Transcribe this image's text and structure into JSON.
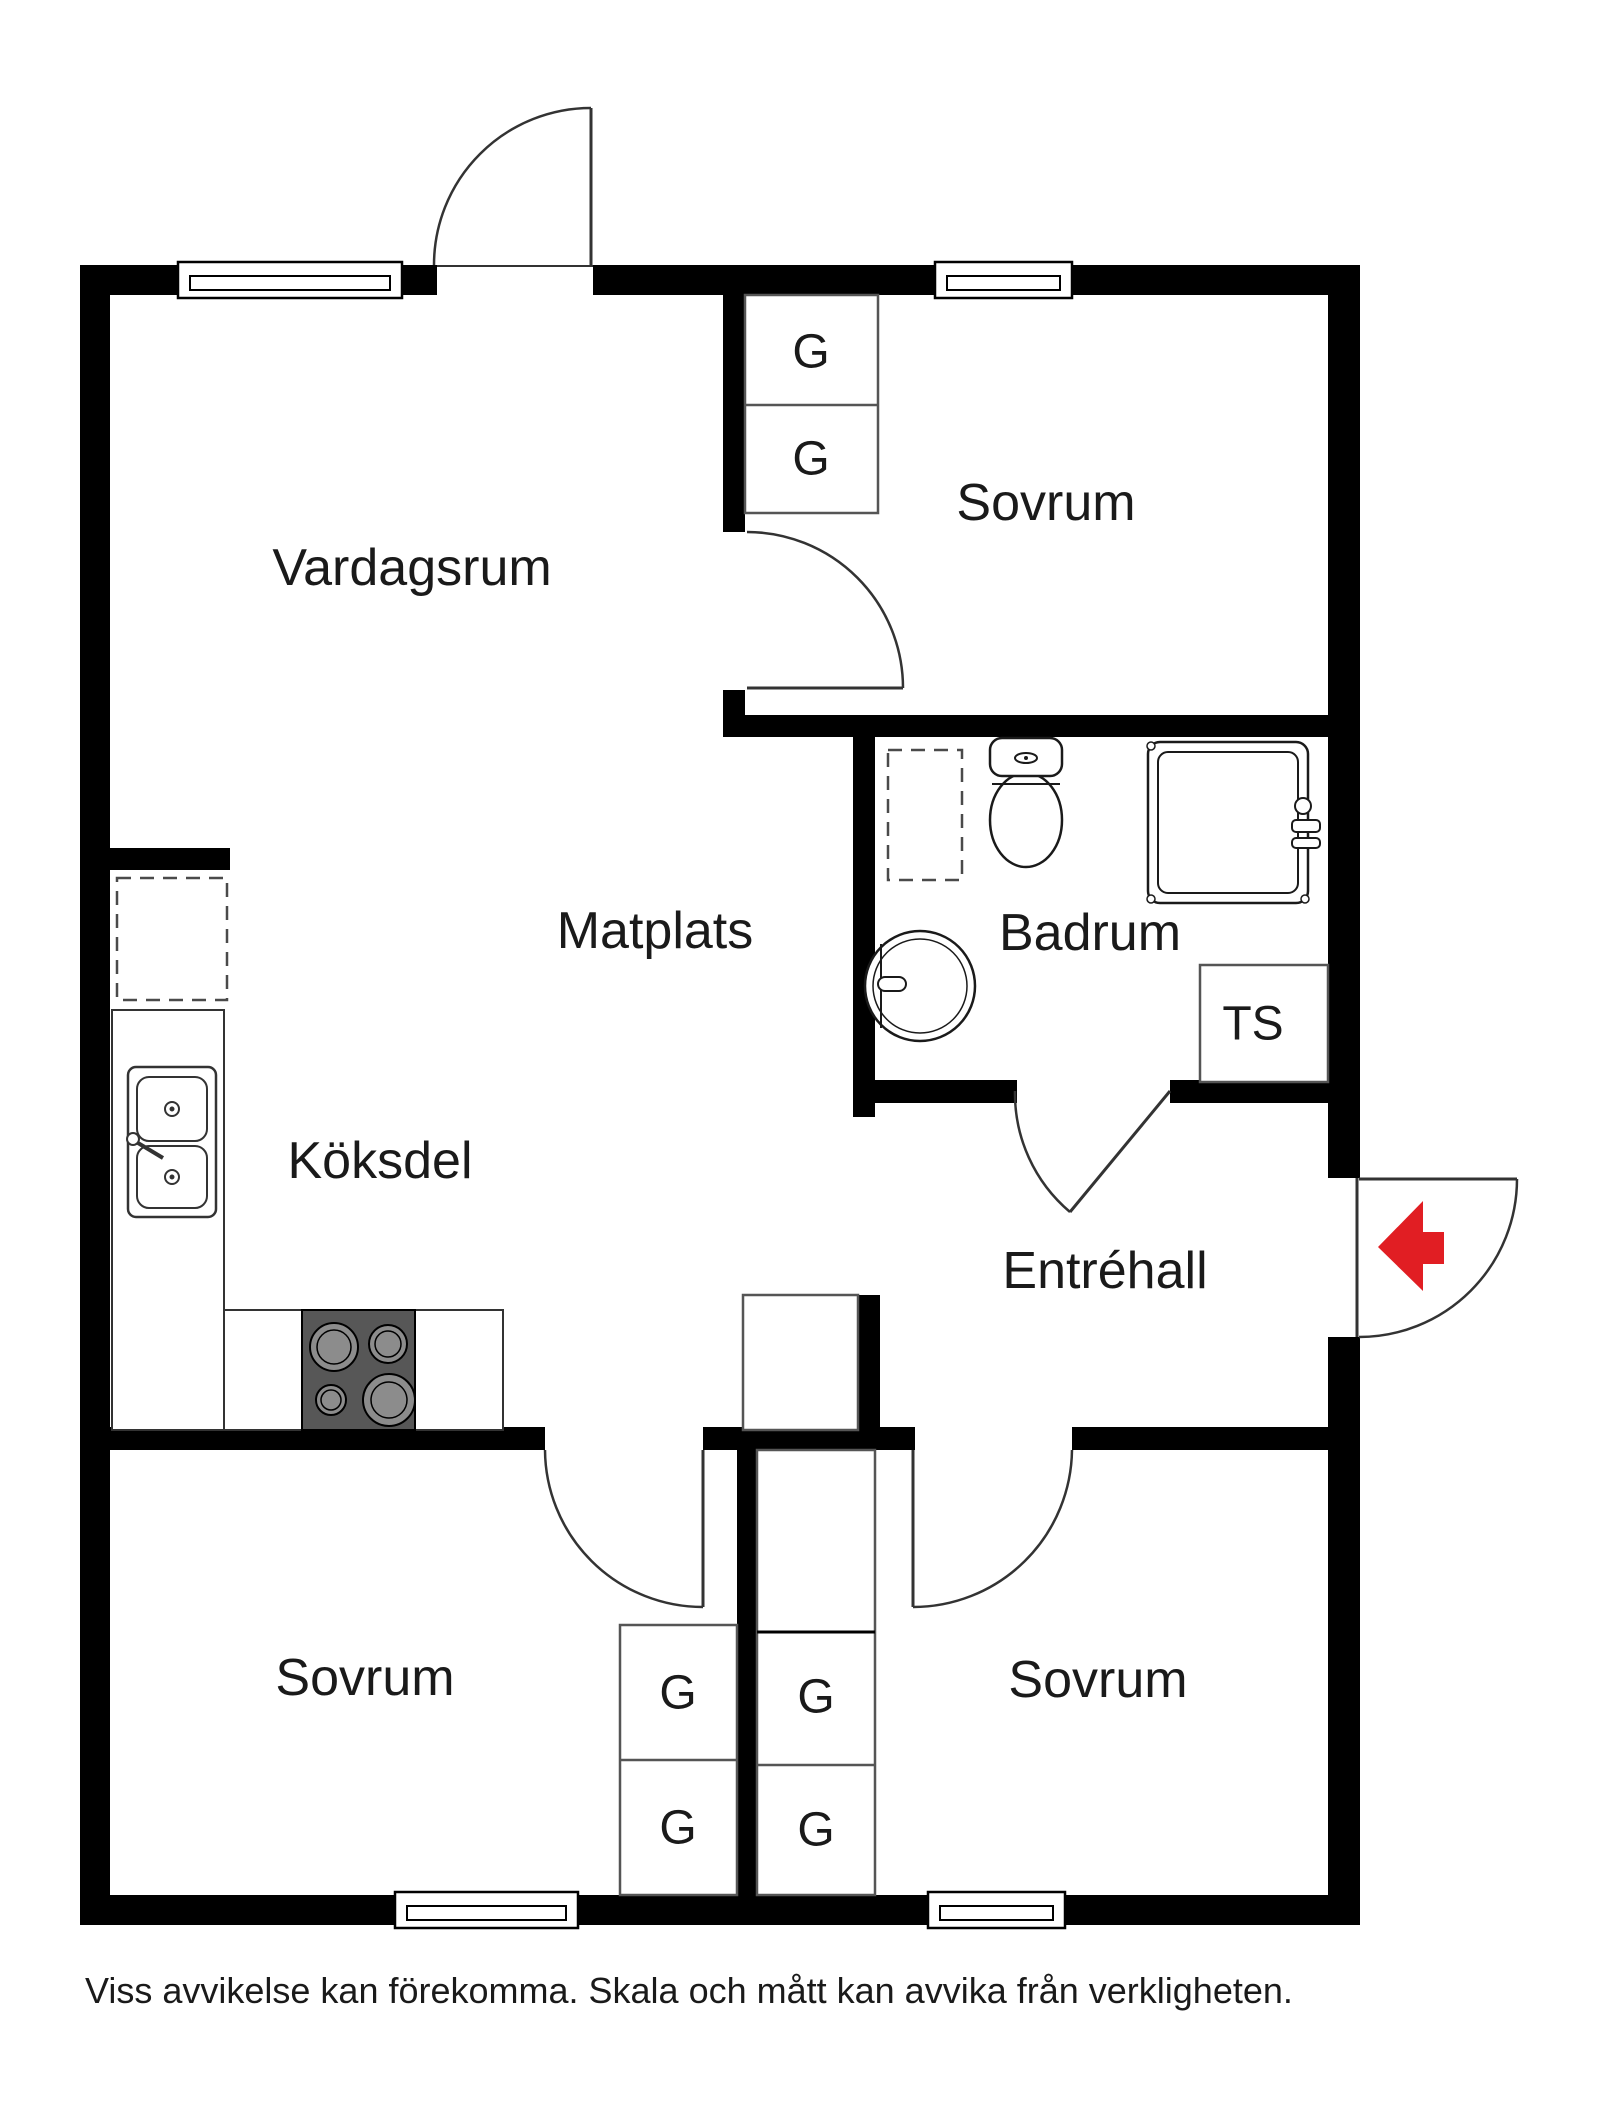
{
  "rooms": {
    "vardagsrum": {
      "label": "Vardagsrum"
    },
    "sovrum_top": {
      "label": "Sovrum"
    },
    "matplats": {
      "label": "Matplats"
    },
    "badrum": {
      "label": "Badrum"
    },
    "koksdel": {
      "label": "Köksdel"
    },
    "entrehall": {
      "label": "Entréhall"
    },
    "sovrum_bottom_left": {
      "label": "Sovrum"
    },
    "sovrum_bottom_right": {
      "label": "Sovrum"
    }
  },
  "closets": {
    "wardrobe_label": "G",
    "drying_cabinet_label": "TS"
  },
  "entrance": {
    "arrow_color": "#e11e23",
    "direction": "left"
  },
  "footer": {
    "disclaimer": "Viss avvikelse kan förekomma. Skala och mått kan avvika från verkligheten."
  },
  "colors": {
    "wall": "#000000",
    "background": "#ffffff",
    "line": "#333333",
    "stove": "#575757"
  }
}
